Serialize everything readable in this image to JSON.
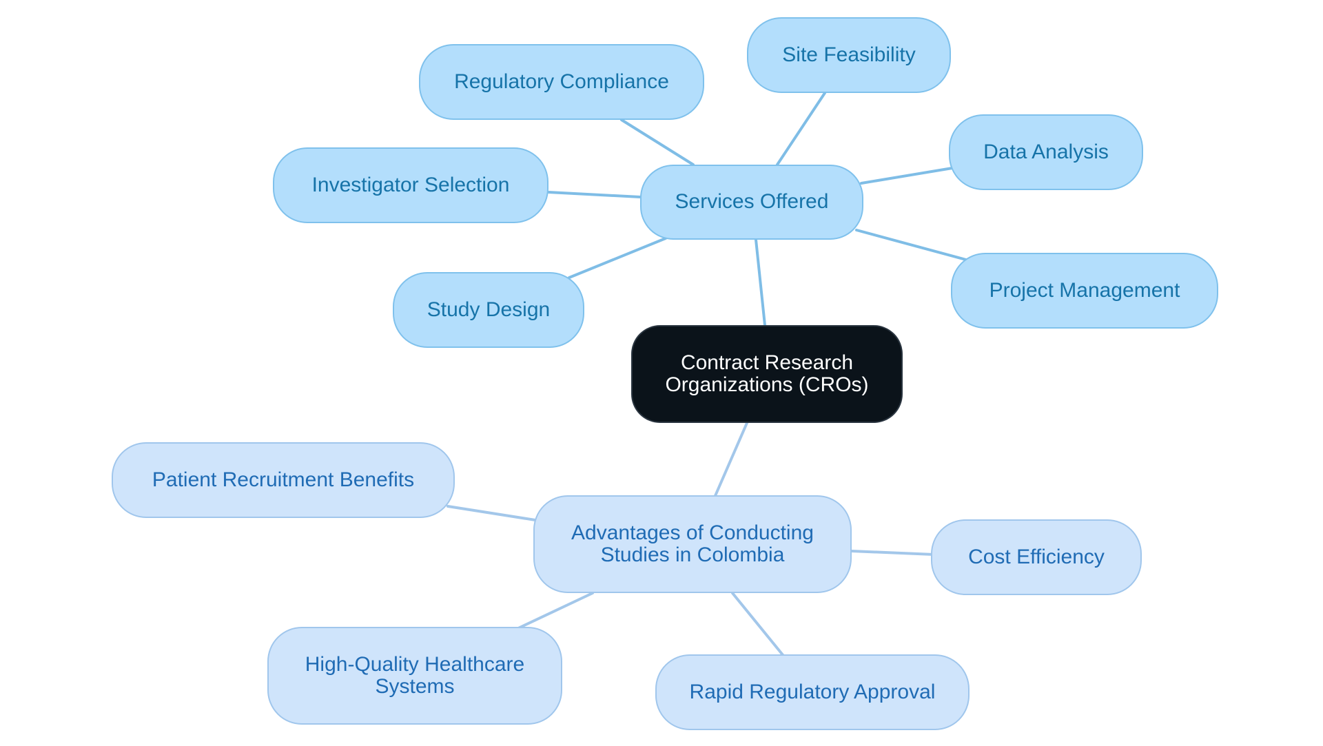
{
  "diagram": {
    "colors": {
      "root_fill": "#0b131a",
      "root_text": "#ffffff",
      "services_fill": "#b3defc",
      "services_text": "#1673a8",
      "services_edge": "#7fbde6",
      "advantages_fill": "#cfe4fb",
      "advantages_text": "#1f6bb4",
      "advantages_edge": "#a3c7ea"
    },
    "root": {
      "label": "Contract Research\nOrganizations (CROs)"
    },
    "branches": [
      {
        "label": "Services Offered",
        "children": [
          {
            "label": "Regulatory Compliance"
          },
          {
            "label": "Site Feasibility"
          },
          {
            "label": "Data Analysis"
          },
          {
            "label": "Investigator Selection"
          },
          {
            "label": "Project Management"
          },
          {
            "label": "Study Design"
          }
        ]
      },
      {
        "label": "Advantages of Conducting\nStudies in Colombia",
        "children": [
          {
            "label": "Patient Recruitment Benefits"
          },
          {
            "label": "Cost Efficiency"
          },
          {
            "label": "High-Quality Healthcare\nSystems"
          },
          {
            "label": "Rapid Regulatory Approval"
          }
        ]
      }
    ]
  }
}
